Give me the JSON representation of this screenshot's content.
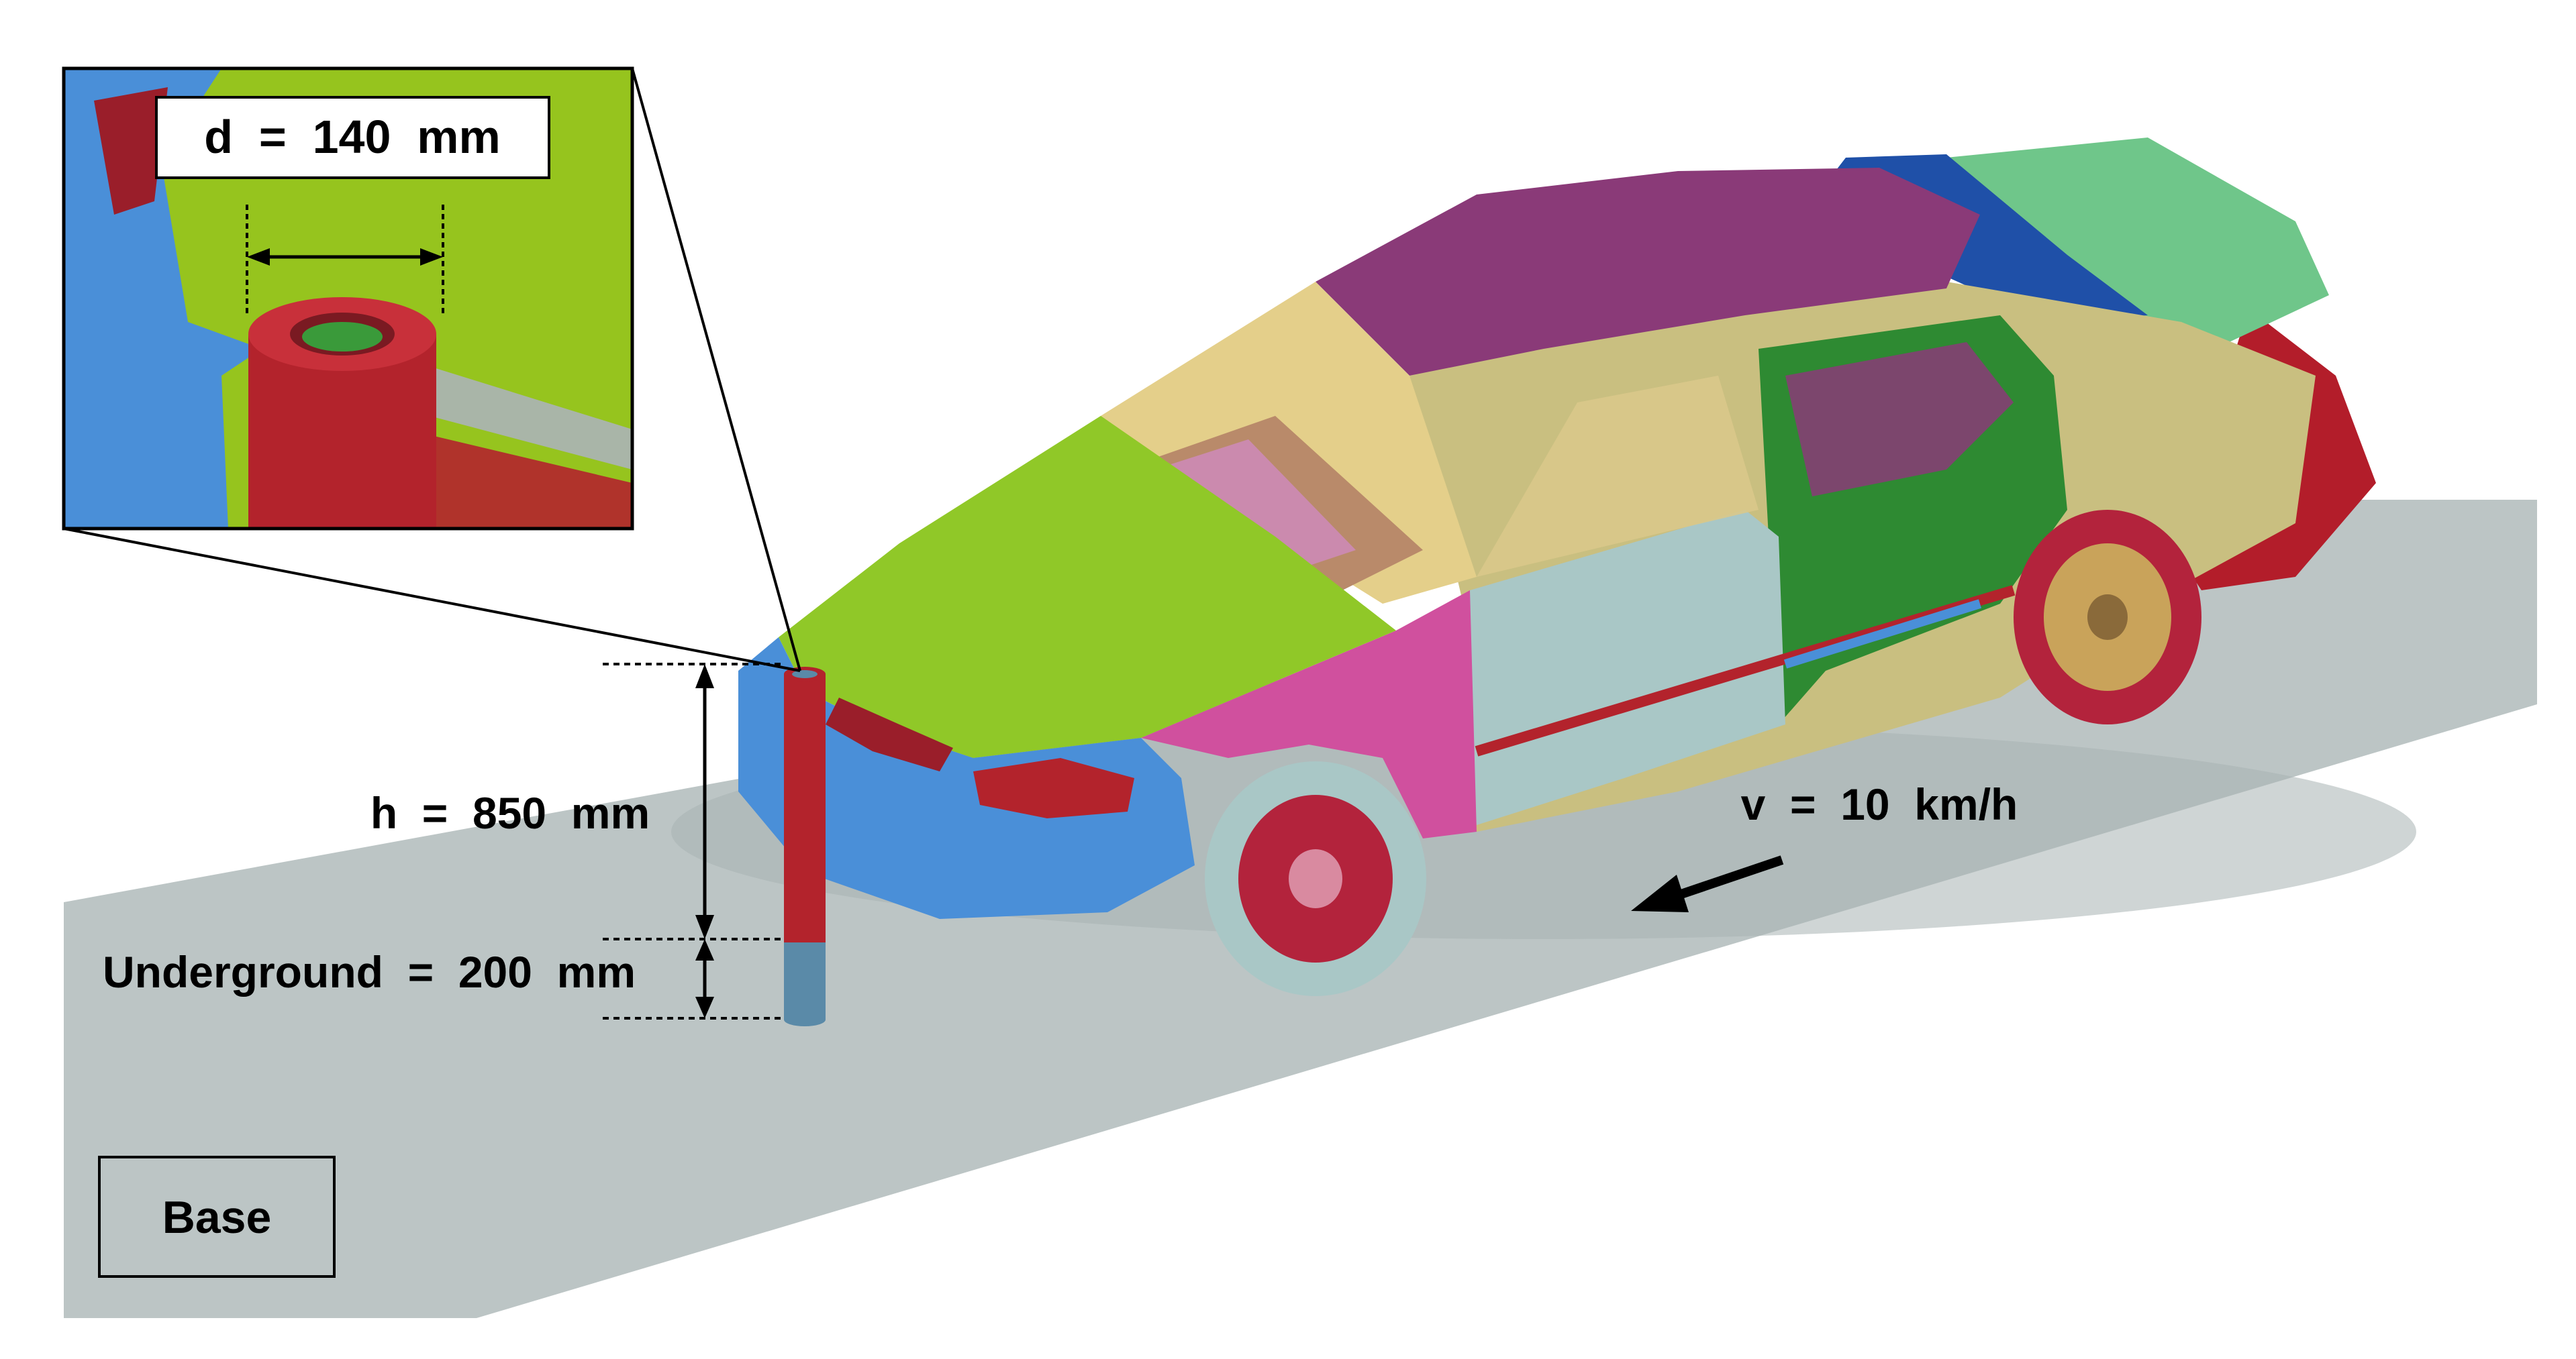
{
  "annotations": {
    "diameter": "d  =  140  mm",
    "height": "h  =  850  mm",
    "underground": "Underground  =  200  mm",
    "velocity": "v  =  10  km/h",
    "model": "Base"
  },
  "colors": {
    "ground": "#bcc5c5",
    "hood": "#90c828",
    "roof": "#8a3a78",
    "fender": "#d0509e",
    "front_door": "#a9c7c6",
    "rear_door": "#2e8a32",
    "body_side": "#c9bf80",
    "bumper": "#4a8fd8",
    "tail": "#b31d2a",
    "trunk": "#6fc68a",
    "rear_glass": "#1f50a8",
    "pole": "#b3232c",
    "pole_base": "#5a8aa8",
    "wheel": "#b3233c",
    "tire": "#a9c7c6"
  }
}
